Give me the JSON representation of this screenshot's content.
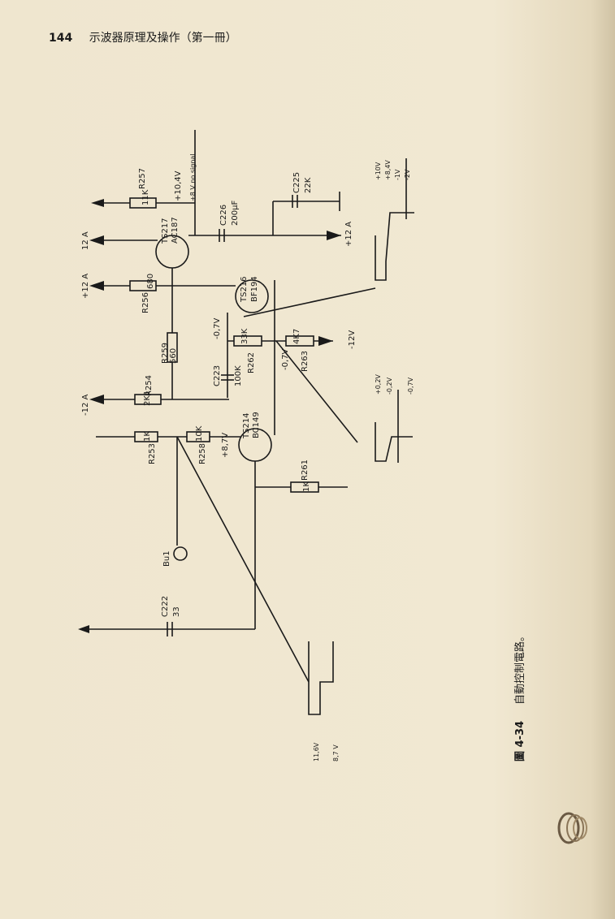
{
  "header": {
    "page_number": "144",
    "title": "示波器原理及操作（第一冊）"
  },
  "figure": {
    "number": "圖 4-34",
    "caption": "自動控制電路。",
    "transistors": [
      {
        "ref": "TS217",
        "type": "AC187"
      },
      {
        "ref": "TS216",
        "type": "BF194"
      },
      {
        "ref": "TS214",
        "type": "BC149"
      }
    ],
    "resistors": [
      {
        "ref": "R257",
        "value": "11K"
      },
      {
        "ref": "R256",
        "value": "680"
      },
      {
        "ref": "R259",
        "value": "560"
      },
      {
        "ref": "R254",
        "value": "2K1"
      },
      {
        "ref": "R253",
        "value": "1K"
      },
      {
        "ref": "R258",
        "value": "10K"
      },
      {
        "ref": "R261",
        "value": "1K"
      },
      {
        "ref": "R262",
        "value": "33K"
      },
      {
        "ref": "R263",
        "value": "4K7"
      }
    ],
    "capacitors": [
      {
        "ref": "C225",
        "value": "22K"
      },
      {
        "ref": "C226",
        "value": "200μF"
      },
      {
        "ref": "C223",
        "value": "100K"
      },
      {
        "ref": "C222",
        "value": "33"
      }
    ],
    "supply": {
      "pos_12a": "12 A",
      "pos_12a_b": "+12 A",
      "pos_12a_c": "+12 A",
      "neg_12a": "-12 A",
      "neg_12v": "-12V"
    },
    "voltages": {
      "v104": "+10,4V",
      "v8": "+8 V no signal",
      "v07_left": "-0,7V",
      "v07_right": "-0,7V",
      "v87": "+8,7V"
    },
    "connector": "Bu1",
    "waveform_top": [
      "+10V",
      "+8,4V",
      "-1V",
      "-2V"
    ],
    "waveform_mid": [
      "+0,2V",
      "-0,2V",
      "-0,7V"
    ],
    "waveform_bottom": [
      "11,6V",
      "8,7 V"
    ]
  }
}
